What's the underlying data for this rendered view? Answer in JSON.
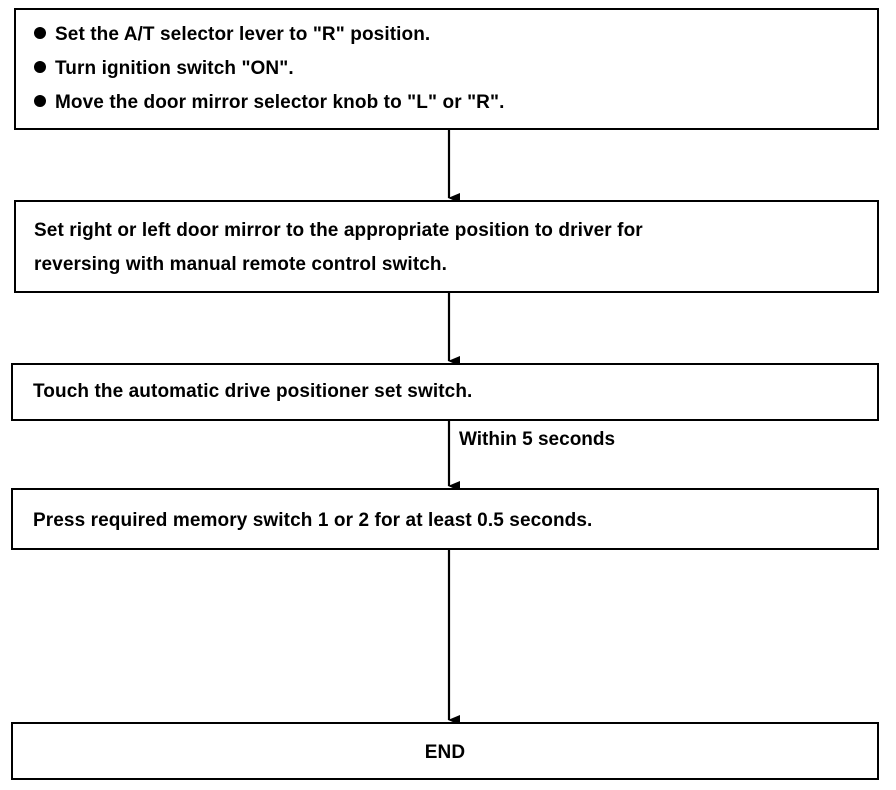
{
  "flowchart": {
    "step1": {
      "bullets": [
        "Set the A/T selector lever to \"R\" position.",
        "Turn ignition switch \"ON\".",
        "Move the door mirror selector knob to \"L\" or \"R\"."
      ]
    },
    "step2": {
      "lines": [
        "Set right or left door mirror to the appropriate position to driver for",
        "reversing with manual remote control switch."
      ]
    },
    "step3": {
      "text": "Touch the automatic drive positioner set switch."
    },
    "arrow3_label": "Within 5 seconds",
    "step4": {
      "text": "Press required memory switch 1 or 2 for at least 0.5 seconds."
    },
    "end": {
      "text": "END"
    }
  }
}
